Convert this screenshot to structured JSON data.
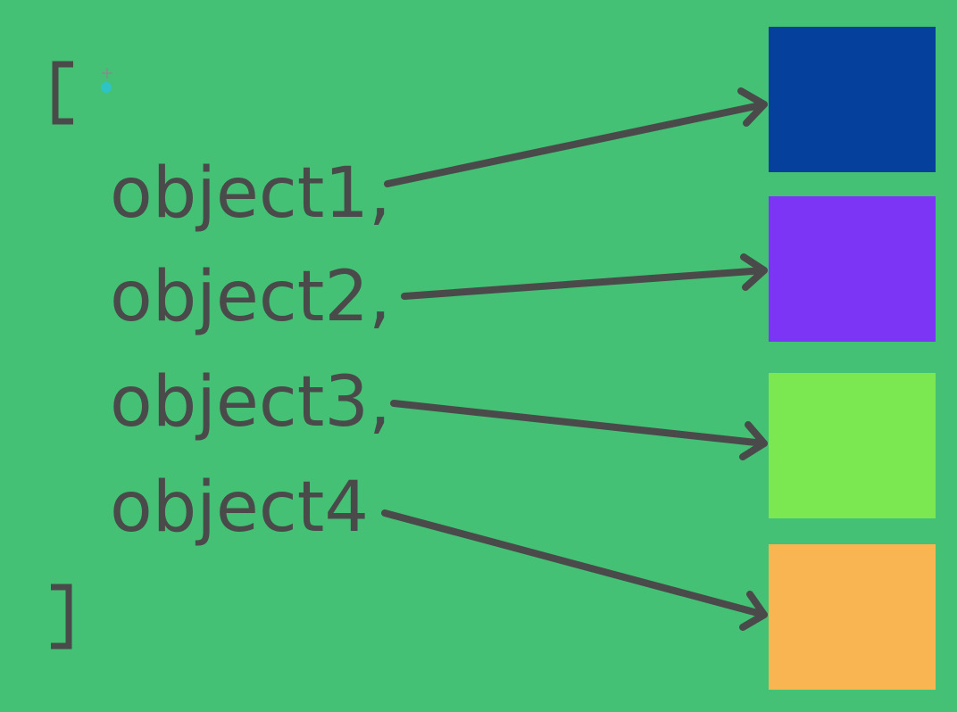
{
  "code": {
    "open_bracket": "[",
    "close_bracket": "]",
    "items": [
      {
        "label": "object1,"
      },
      {
        "label": "object2,"
      },
      {
        "label": "object3,"
      },
      {
        "label": "object4"
      }
    ]
  },
  "boxes": [
    {
      "color": "#05409c"
    },
    {
      "color": "#7d35f5"
    },
    {
      "color": "#7ce851"
    },
    {
      "color": "#f8b552"
    }
  ],
  "colors": {
    "background": "#45c176",
    "ink": "#4a4a4a",
    "cursor": "#2ec4c4"
  }
}
